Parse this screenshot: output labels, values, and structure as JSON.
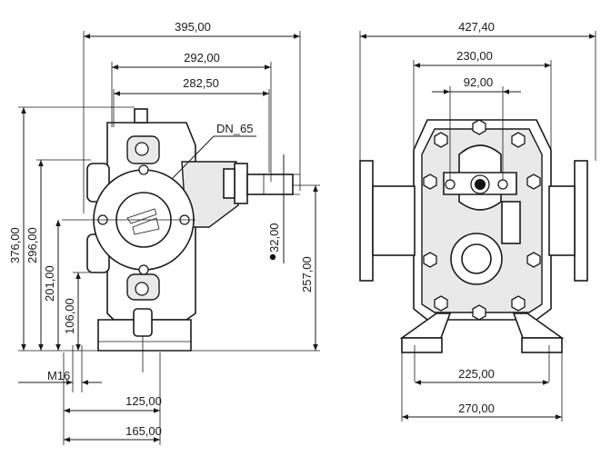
{
  "drawing": {
    "side_view": {
      "flange_callout": "DN_65",
      "dim_overall_width": "395,00",
      "dim_width_2": "292,00",
      "dim_width_3": "282,50",
      "dim_shaft_dia": "32,00",
      "dim_height_shaft": "257,00",
      "dim_overall_height": "376,00",
      "dim_height_2": "296,00",
      "dim_height_3": "201,00",
      "dim_height_4": "106,00",
      "dim_bolt": "M16",
      "dim_foot_1": "125,00",
      "dim_foot_2": "165,00"
    },
    "front_view": {
      "dim_overall_width": "427,40",
      "dim_body_width": "230,00",
      "dim_center_width": "92,00",
      "dim_foot_inner": "225,00",
      "dim_foot_outer": "270,00"
    }
  }
}
